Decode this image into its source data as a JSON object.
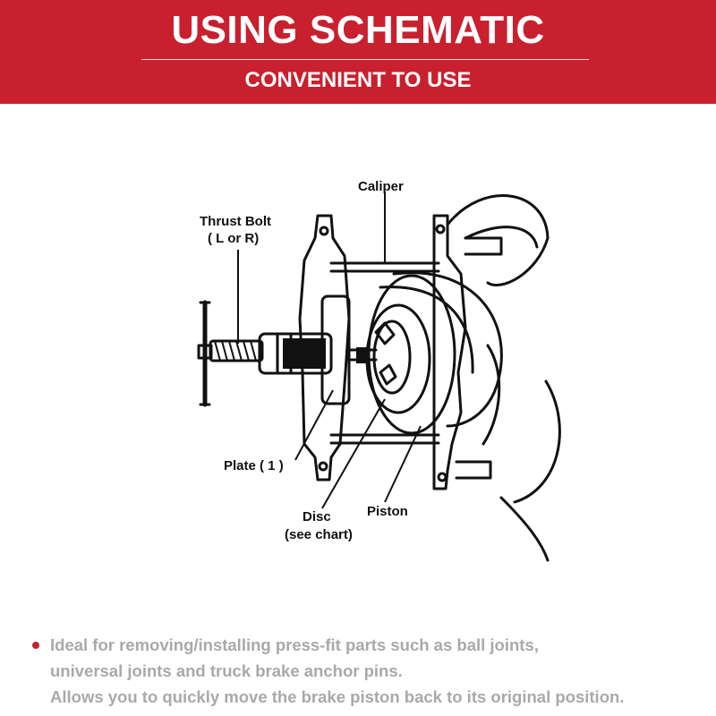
{
  "header": {
    "title": "USING SCHEMATIC",
    "subtitle": "CONVENIENT TO USE"
  },
  "diagram": {
    "labels": {
      "caliper": "Caliper",
      "thrust_bolt": "Thrust Bolt",
      "thrust_bolt_side": "( L or R)",
      "plate": "Plate ( 1 )",
      "disc": "Disc",
      "disc_note": "(see chart)",
      "piston": "Piston"
    }
  },
  "notes": [
    "Ideal for removing/installing press-fit parts such as ball joints,",
    "universal joints and truck brake anchor pins.",
    "Allows you to quickly move the brake piston back to its original position."
  ],
  "colors": {
    "banner": "#c8202e",
    "banner_text": "#ffffff",
    "note_text": "#a9a9a9",
    "bullet": "#c8202e",
    "line_art": "#111111"
  }
}
